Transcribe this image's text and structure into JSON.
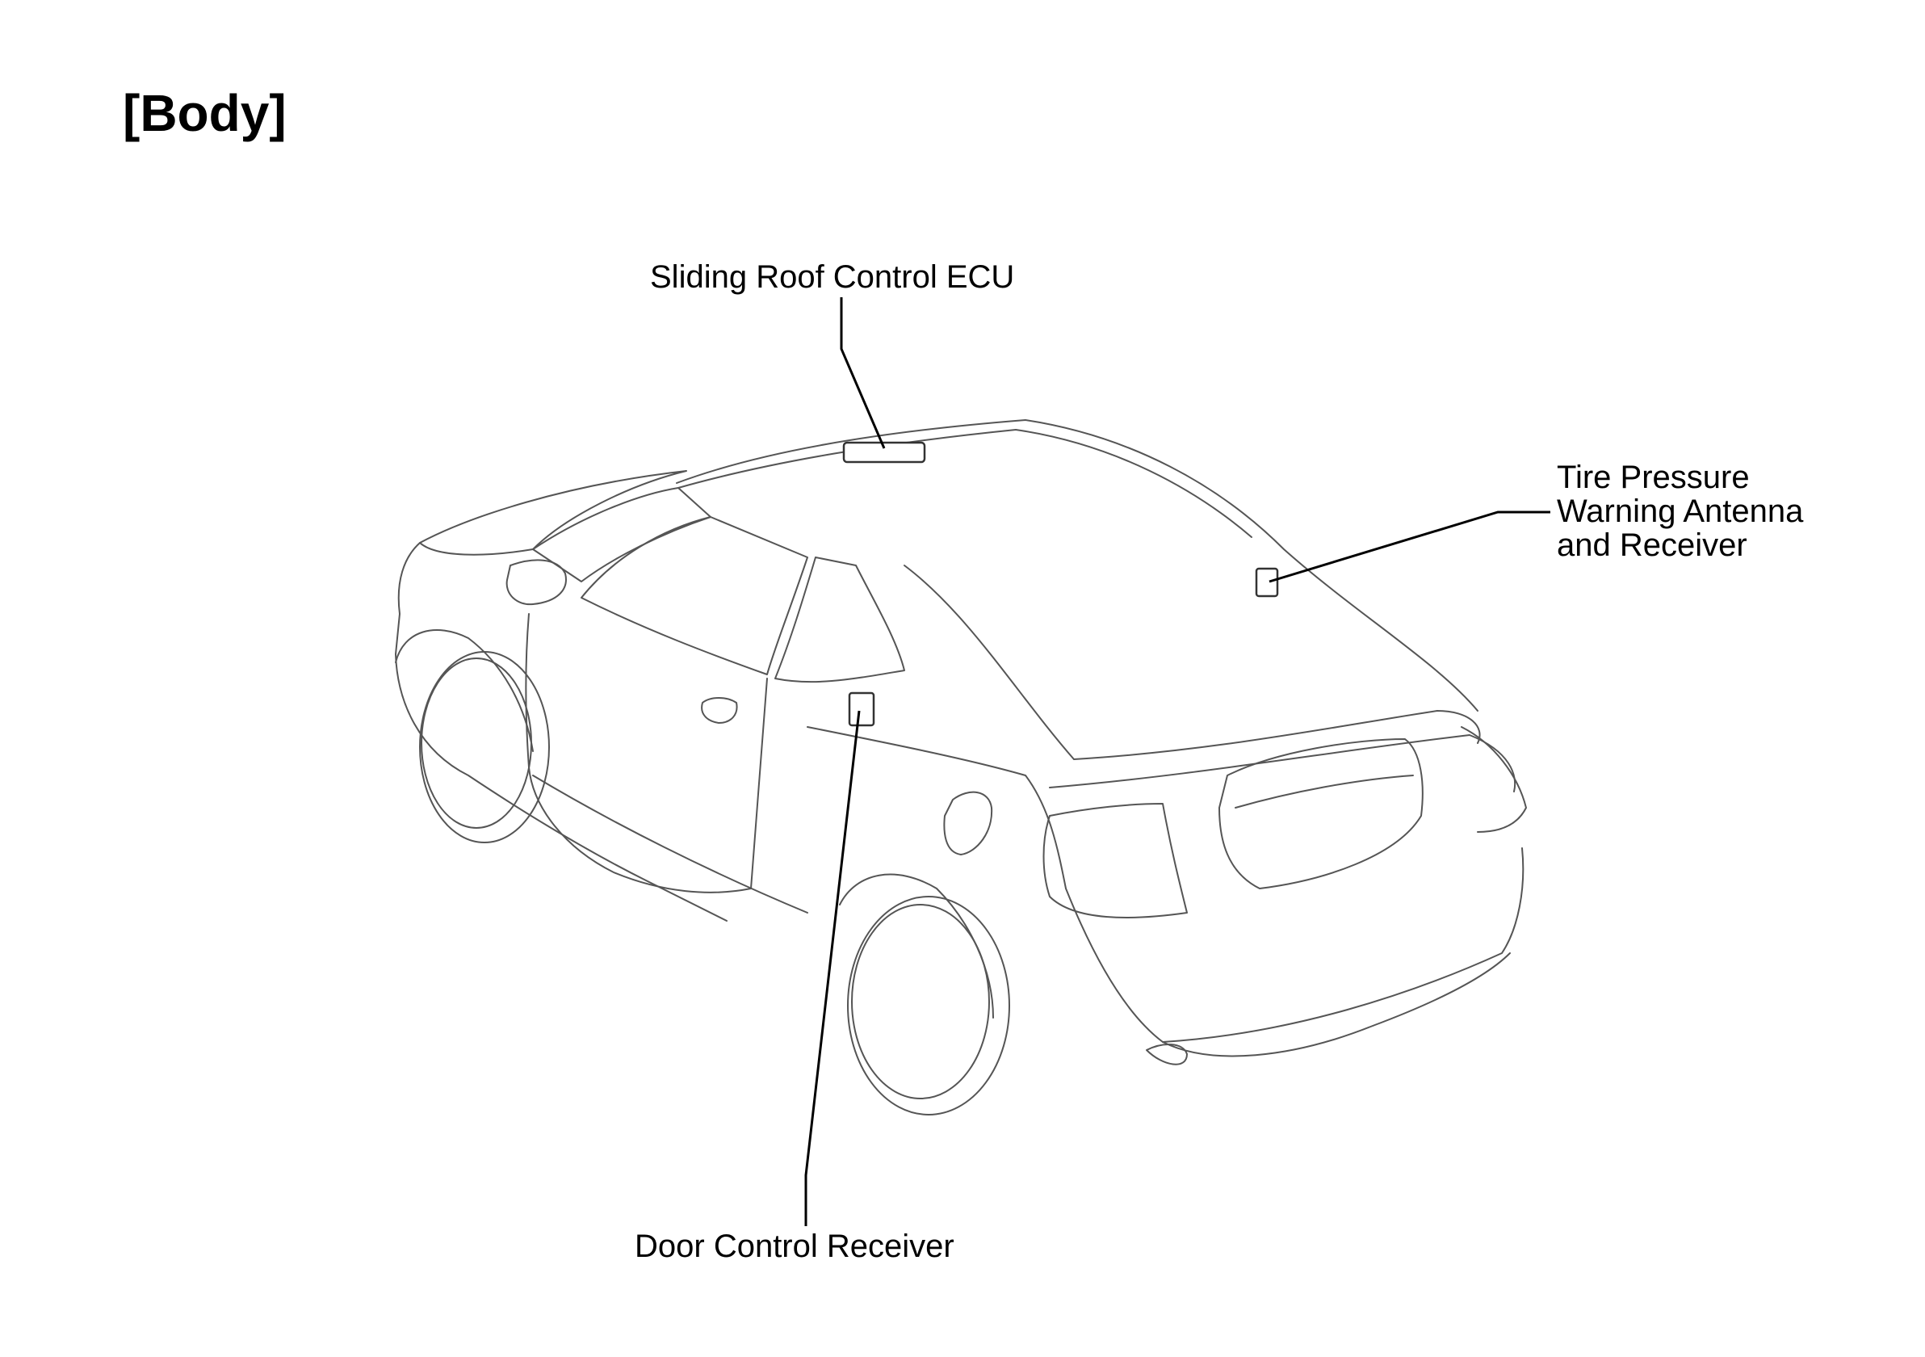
{
  "title": "[Body]",
  "callouts": {
    "sliding_roof": "Sliding Roof Control ECU",
    "door_receiver": "Door Control Receiver",
    "tire_pressure": {
      "line1": "Tire Pressure",
      "line2": "Warning Antenna",
      "line3": "and Receiver"
    }
  }
}
